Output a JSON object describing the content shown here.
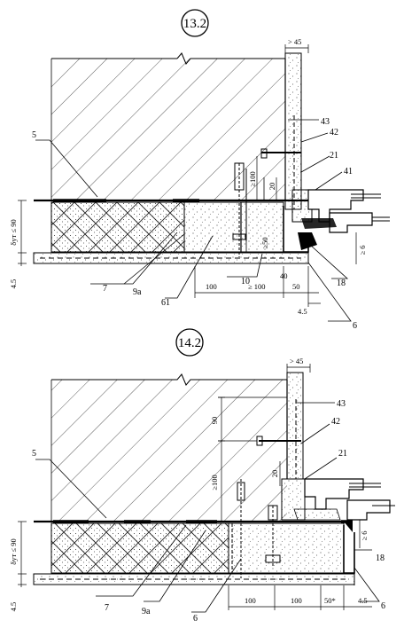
{
  "details": [
    {
      "id": "13.2",
      "callouts": [
        "5",
        "7",
        "9a",
        "61",
        "10",
        "18",
        "6",
        "43",
        "42",
        "21",
        "41"
      ],
      "dimensions": {
        "left_thickness": "δут ≤ 90",
        "left_bottom": "4.5",
        "bottom_a": "100",
        "bottom_b": "≥ 100",
        "bottom_c": "50",
        "bottom_d": "4.5",
        "top": "> 45",
        "anchor_100": "≥100",
        "anchor_20": "20",
        "anchor_50": "≥50",
        "anchor_40": "40",
        "right_6": "≥ 6"
      }
    },
    {
      "id": "14.2",
      "callouts": [
        "5",
        "7",
        "9a",
        "6",
        "6",
        "43",
        "42",
        "21",
        "18"
      ],
      "dimensions": {
        "left_thickness": "δут ≤ 90",
        "left_bottom": "4.5",
        "bottom_a": "100",
        "bottom_b": "100",
        "bottom_c": "50*",
        "bottom_d": "4.5",
        "top": "> 45",
        "dim_90": "90",
        "anchor_100": "≥100",
        "anchor_20": "20",
        "right_6": "≥ 6"
      }
    }
  ]
}
